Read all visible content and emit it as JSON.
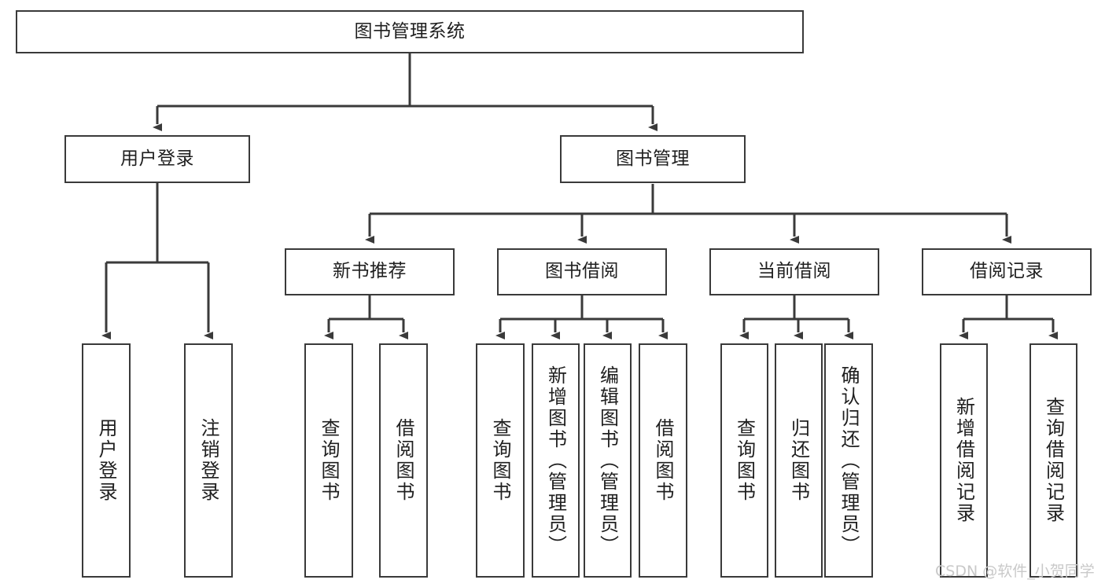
{
  "diagram": {
    "title": "图书管理系统",
    "watermark": "CSDN @软件_小贺同学",
    "colors": {
      "box_border": "#3a3a3a",
      "box_fill": "#ffffff",
      "edge": "#3a3a3a",
      "text": "#1f1f1f",
      "watermark": "#c9c9c9"
    },
    "root": {
      "label": "图书管理系统"
    },
    "level2": [
      {
        "label": "用户登录"
      },
      {
        "label": "图书管理"
      }
    ],
    "level3": [
      {
        "label": "新书推荐"
      },
      {
        "label": "图书借阅"
      },
      {
        "label": "当前借阅"
      },
      {
        "label": "借阅记录"
      }
    ],
    "leaves": {
      "user_login": [
        {
          "label": "用户登录"
        },
        {
          "label": "注销登录"
        }
      ],
      "new_book": [
        {
          "label": "查询图书"
        },
        {
          "label": "借阅图书"
        }
      ],
      "book_borrow": [
        {
          "label": "查询图书"
        },
        {
          "label": "新增图书（管理员）"
        },
        {
          "label": "编辑图书（管理员）"
        },
        {
          "label": "借阅图书"
        }
      ],
      "current_borrow": [
        {
          "label": "查询图书"
        },
        {
          "label": "归还图书"
        },
        {
          "label": "确认归还（管理员）"
        }
      ],
      "borrow_record": [
        {
          "label": "新增借阅记录"
        },
        {
          "label": "查询借阅记录"
        }
      ]
    }
  }
}
